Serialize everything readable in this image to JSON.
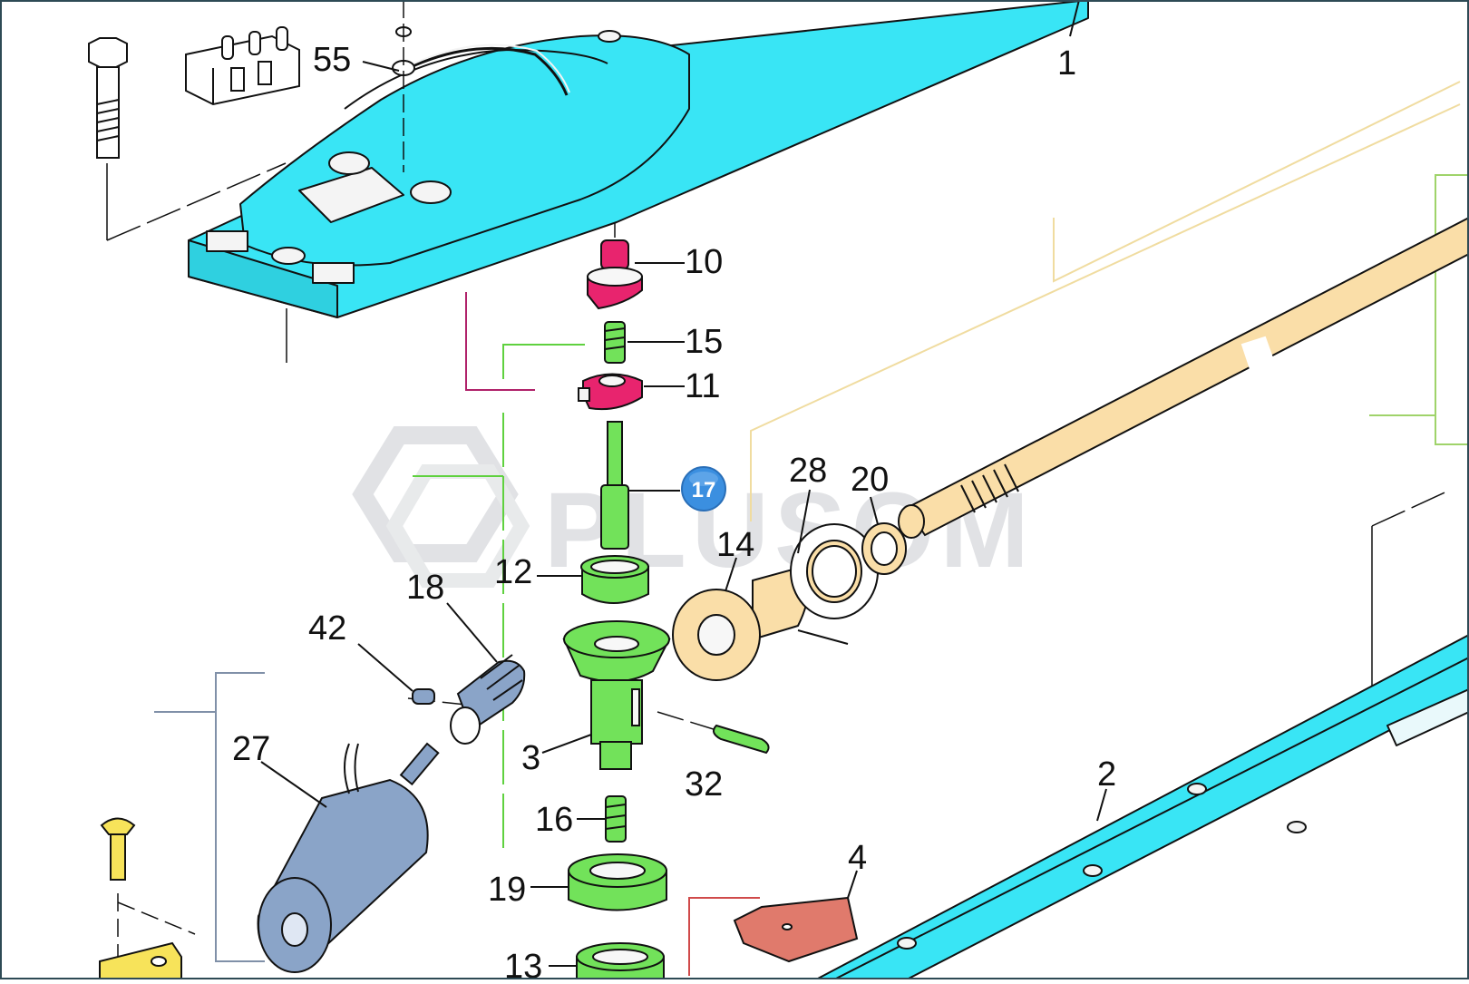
{
  "colors": {
    "cyan": "#39e5f5",
    "green": "#72e25a",
    "magenta": "#e8246e",
    "tan": "#fadea8",
    "slate": "#8aa4c8",
    "salmon": "#e07a6c",
    "yellow": "#f7e35a",
    "badge": "#3b8fe0",
    "line": "#111111",
    "lead_magenta": "#b0226a",
    "lead_green": "#5fd13f",
    "lead_tan": "#f0dca0",
    "lead_slate": "#8090a8",
    "lead_olive": "#9fd36a",
    "lead_red": "#d04a4a"
  },
  "callouts": [
    {
      "id": "c1",
      "text": "1"
    },
    {
      "id": "c55",
      "text": "55"
    },
    {
      "id": "c10",
      "text": "10"
    },
    {
      "id": "c15",
      "text": "15"
    },
    {
      "id": "c11",
      "text": "11"
    },
    {
      "id": "c28",
      "text": "28"
    },
    {
      "id": "c20",
      "text": "20"
    },
    {
      "id": "c14",
      "text": "14"
    },
    {
      "id": "c12",
      "text": "12"
    },
    {
      "id": "c18",
      "text": "18"
    },
    {
      "id": "c42",
      "text": "42"
    },
    {
      "id": "c27",
      "text": "27"
    },
    {
      "id": "c3",
      "text": "3"
    },
    {
      "id": "c32",
      "text": "32"
    },
    {
      "id": "c16",
      "text": "16"
    },
    {
      "id": "c19",
      "text": "19"
    },
    {
      "id": "c13",
      "text": "13"
    },
    {
      "id": "c4",
      "text": "4"
    },
    {
      "id": "c2",
      "text": "2"
    }
  ],
  "badge": {
    "text": "17"
  },
  "watermark": {
    "text": "PLUSOM",
    "icon": "plusom-logo-mark-icon"
  }
}
